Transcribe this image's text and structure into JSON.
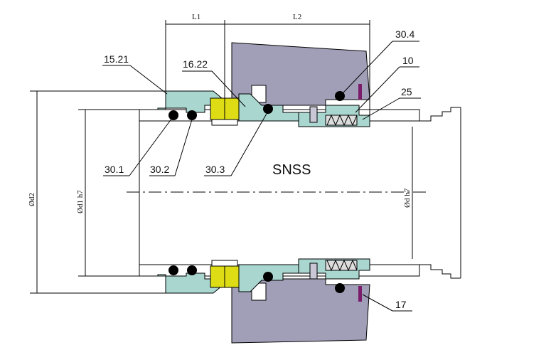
{
  "title": "SNSS",
  "dimensions": {
    "l1": "L1",
    "l2": "L2",
    "d2": "Ød2",
    "d1": "Ød1 h7",
    "d": "Ød h7"
  },
  "part_labels": [
    "15.21",
    "16.22",
    "30.4",
    "10",
    "25",
    "30.1",
    "30.2",
    "30.3",
    "17"
  ],
  "colors": {
    "seat": "#a9d6cf",
    "gland": "#a19fb8",
    "face": "#dedc14",
    "oring": "#000000",
    "pin": "#7a1c6a",
    "line": "#000000"
  }
}
